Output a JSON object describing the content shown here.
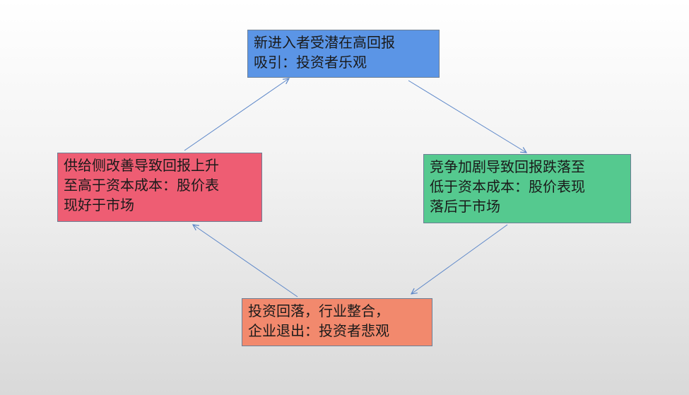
{
  "diagram": {
    "nodes": [
      {
        "id": "top",
        "text": "新进入者受潜在高回报\n吸引：投资者乐观",
        "color": "#5b95e6"
      },
      {
        "id": "right",
        "text": "竞争加剧导致回报跌落至\n低于资本成本：股价表现\n落后于市场",
        "color": "#55c98f"
      },
      {
        "id": "bottom",
        "text": "投资回落，行业整合，\n企业退出：投资者悲观",
        "color": "#f2896d"
      },
      {
        "id": "left",
        "text": "供给侧改善导致回报上升\n至高于资本成本：股价表\n现好于市场",
        "color": "#ee5d73"
      }
    ],
    "edges": [
      {
        "from": "top",
        "to": "right"
      },
      {
        "from": "right",
        "to": "bottom"
      },
      {
        "from": "bottom",
        "to": "left"
      },
      {
        "from": "left",
        "to": "top"
      }
    ],
    "arrow_color": "#5b86c8"
  }
}
